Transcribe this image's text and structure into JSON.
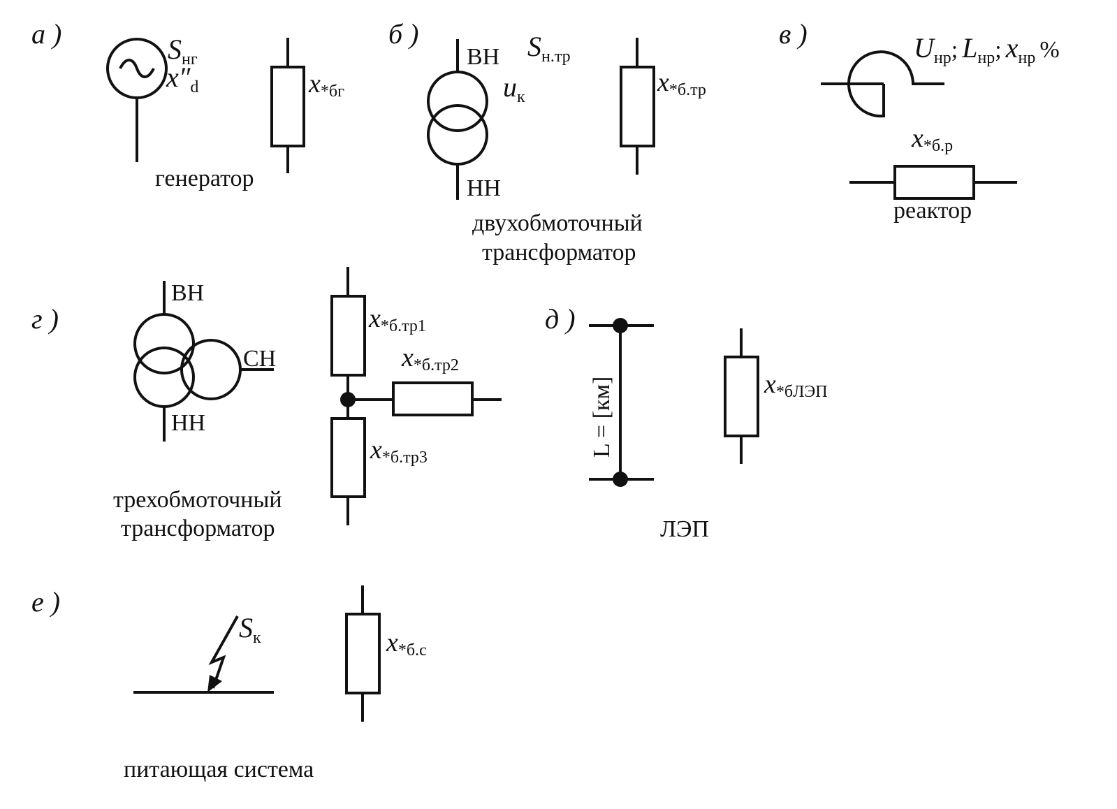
{
  "panels": {
    "a": {
      "letter": "а )",
      "sym_S": "S",
      "sub_S": "нг",
      "sym_x": "x″",
      "sub_x": "d",
      "res_x": "x",
      "res_sub": "*бг",
      "caption": "генератор"
    },
    "b": {
      "letter": "б )",
      "hv": "ВН",
      "lv": "НН",
      "sym_S": "S",
      "sub_S": "н.тр",
      "sym_u": "u",
      "sub_u": "к",
      "res_x": "x",
      "res_sub": "*б.тр",
      "caption1": "двухобмоточный",
      "caption2": "трансформатор"
    },
    "v": {
      "letter": "в )",
      "params": {
        "U": "U",
        "U_sub": "нр",
        "L": "L",
        "L_sub": "нр",
        "x": "x",
        "x_sub": "нр",
        "sep": ";",
        "pct": "%"
      },
      "res_x": "x",
      "res_sub": "*б.р",
      "caption": "реактор"
    },
    "g": {
      "letter": "г )",
      "hv": "ВН",
      "mv": "СН",
      "lv": "НН",
      "res1_x": "x",
      "res1_sub": "*б.тр1",
      "res2_x": "x",
      "res2_sub": "*б.тр2",
      "res3_x": "x",
      "res3_sub": "*б.тр3",
      "caption1": "трехобмоточный",
      "caption2": "трансформатор"
    },
    "d": {
      "letter": "д )",
      "length_label": "L = [км]",
      "res_x": "x",
      "res_sub": "*бЛЭП",
      "caption": "ЛЭП"
    },
    "e": {
      "letter": "е )",
      "sym_S": "S",
      "sub_S": "к",
      "res_x": "x",
      "res_sub": "*б.с",
      "caption": "питающая система"
    }
  }
}
